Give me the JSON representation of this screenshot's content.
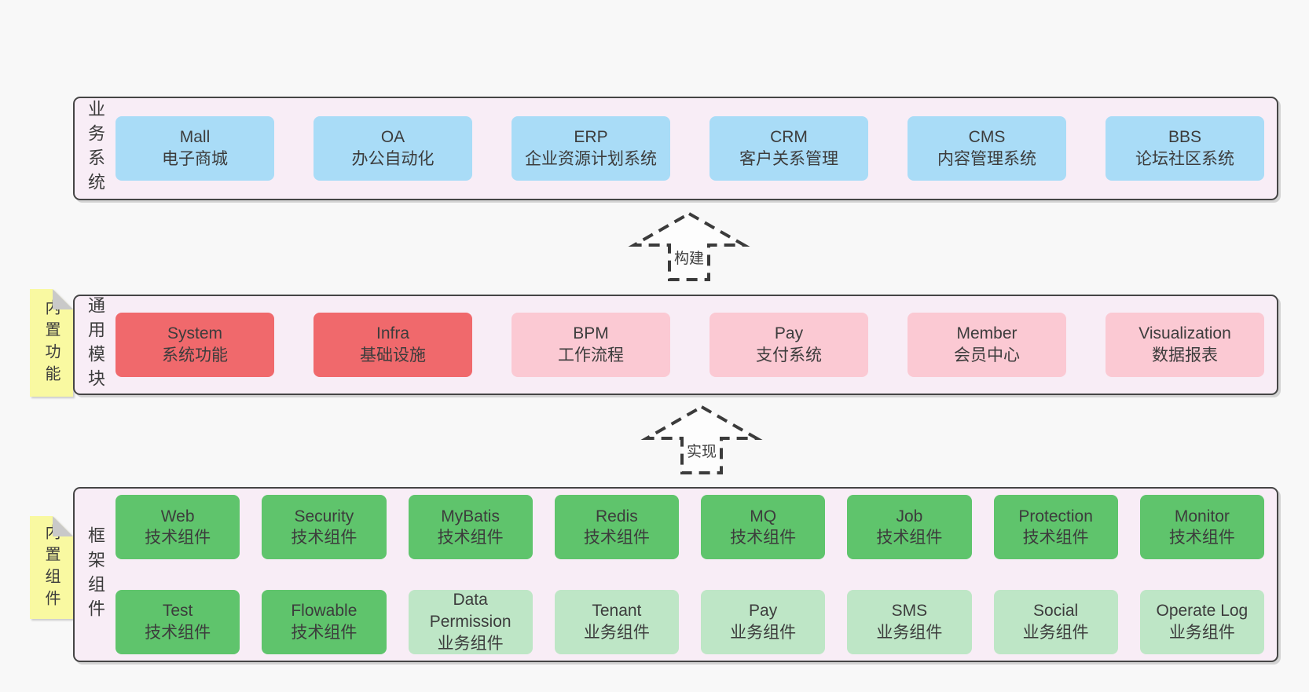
{
  "colors": {
    "page_bg": "#f8f8f8",
    "layer_bg": "#f8edf6",
    "layer_border": "#454545",
    "box_blue": "#a9dcf7",
    "box_red": "#f0696c",
    "box_pink": "#fbc9d3",
    "box_green": "#5fc46c",
    "box_light_green": "#bee6c6",
    "note_yellow": "#f9f9a1",
    "note_fold_gray": "#c9c9c9",
    "arrow_dash": "#3b3b3b",
    "text": "#3c3c3c"
  },
  "layers": [
    {
      "label": "业务系统",
      "boxes": [
        {
          "title": "Mall",
          "subtitle": "电子商城",
          "variant": "blue"
        },
        {
          "title": "OA",
          "subtitle": "办公自动化",
          "variant": "blue"
        },
        {
          "title": "ERP",
          "subtitle": "企业资源计划系统",
          "variant": "blue"
        },
        {
          "title": "CRM",
          "subtitle": "客户关系管理",
          "variant": "blue"
        },
        {
          "title": "CMS",
          "subtitle": "内容管理系统",
          "variant": "blue"
        },
        {
          "title": "BBS",
          "subtitle": "论坛社区系统",
          "variant": "blue"
        }
      ]
    },
    {
      "label": "通用模块",
      "boxes": [
        {
          "title": "System",
          "subtitle": "系统功能",
          "variant": "red"
        },
        {
          "title": "Infra",
          "subtitle": "基础设施",
          "variant": "red"
        },
        {
          "title": "BPM",
          "subtitle": "工作流程",
          "variant": "pink"
        },
        {
          "title": "Pay",
          "subtitle": "支付系统",
          "variant": "pink"
        },
        {
          "title": "Member",
          "subtitle": "会员中心",
          "variant": "pink"
        },
        {
          "title": "Visualization",
          "subtitle": "数据报表",
          "variant": "pink"
        }
      ]
    },
    {
      "label": "框架组件",
      "rows": [
        [
          {
            "title": "Web",
            "subtitle": "技术组件",
            "variant": "green"
          },
          {
            "title": "Security",
            "subtitle": "技术组件",
            "variant": "green"
          },
          {
            "title": "MyBatis",
            "subtitle": "技术组件",
            "variant": "green"
          },
          {
            "title": "Redis",
            "subtitle": "技术组件",
            "variant": "green"
          },
          {
            "title": "MQ",
            "subtitle": "技术组件",
            "variant": "green"
          },
          {
            "title": "Job",
            "subtitle": "技术组件",
            "variant": "green"
          },
          {
            "title": "Protection",
            "subtitle": "技术组件",
            "variant": "green"
          },
          {
            "title": "Monitor",
            "subtitle": "技术组件",
            "variant": "green"
          }
        ],
        [
          {
            "title": "Test",
            "subtitle": "技术组件",
            "variant": "green"
          },
          {
            "title": "Flowable",
            "subtitle": "技术组件",
            "variant": "green"
          },
          {
            "title": "Data Permission",
            "subtitle": "业务组件",
            "variant": "lightgreen"
          },
          {
            "title": "Tenant",
            "subtitle": "业务组件",
            "variant": "lightgreen"
          },
          {
            "title": "Pay",
            "subtitle": "业务组件",
            "variant": "lightgreen"
          },
          {
            "title": "SMS",
            "subtitle": "业务组件",
            "variant": "lightgreen"
          },
          {
            "title": "Social",
            "subtitle": "业务组件",
            "variant": "lightgreen"
          },
          {
            "title": "Operate Log",
            "subtitle": "业务组件",
            "variant": "lightgreen"
          }
        ]
      ]
    }
  ],
  "arrows": [
    {
      "label": "构建"
    },
    {
      "label": "实现"
    }
  ],
  "notes": [
    {
      "text": "内置功能"
    },
    {
      "text": "内置组件"
    }
  ]
}
